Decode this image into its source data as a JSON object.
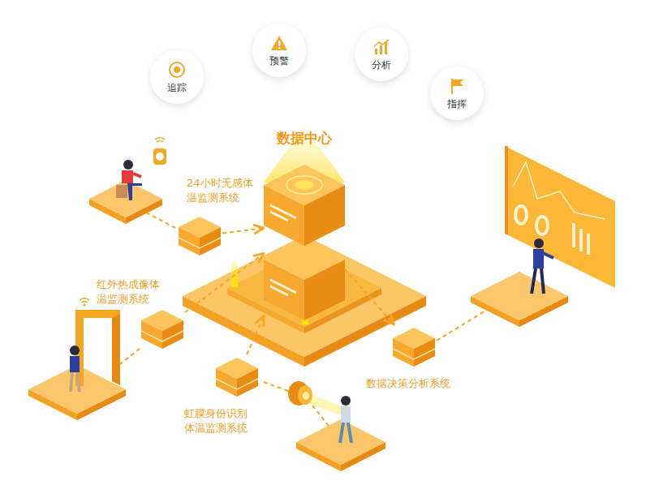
{
  "diagram": {
    "nodes": [
      {
        "text": [
          "追踪"
        ]
      },
      {
        "text": [
          "预警"
        ]
      },
      {
        "text": [
          "分析"
        ]
      },
      {
        "text": [
          "指挥"
        ]
      },
      {
        "text": [
          "数据中心"
        ]
      },
      {
        "text": [
          "24小时无感体温监测系统"
        ]
      },
      {
        "text": [
          "红外热成像体温监测系统"
        ]
      },
      {
        "text": [
          "虹膜身份识别体温监测系统"
        ]
      },
      {
        "text": [
          "数据决策分析系统"
        ]
      }
    ],
    "edges": [
      {
        "from": 5,
        "to": 4,
        "arrow": "to"
      },
      {
        "from": 6,
        "to": 4,
        "arrow": "to"
      },
      {
        "from": 7,
        "to": 4,
        "arrow": "to"
      },
      {
        "from": 4,
        "to": 8,
        "arrow": "to"
      }
    ]
  }
}
